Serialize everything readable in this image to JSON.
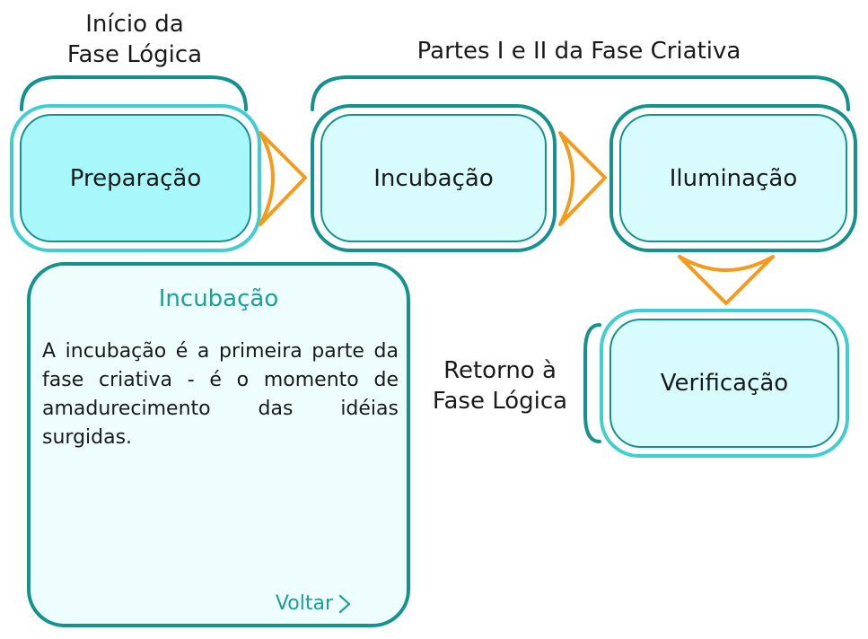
{
  "captions": {
    "start_logical": "Início da\nFase Lógica",
    "creative_parts": "Partes I e II da Fase Criativa",
    "return_logical": "Retorno à\nFase Lógica"
  },
  "stages": [
    {
      "id": "preparacao",
      "label": "Preparação"
    },
    {
      "id": "incubacao",
      "label": "Incubação"
    },
    {
      "id": "iluminacao",
      "label": "Iluminação"
    },
    {
      "id": "verificacao",
      "label": "Verificação"
    }
  ],
  "info_panel": {
    "title": "Incubação",
    "text": "A incubação é a primeira parte da fase criativa - é o momento de amadurecimento das idéias surgidas.",
    "back_label": "Voltar"
  },
  "colors": {
    "teal_dark": "#13928e",
    "teal_light": "#3fcfd2",
    "box_fill_preparacao": "#a8f8fb",
    "box_fill_other": "#d8fcfd",
    "arrow": "#f59a1a"
  }
}
